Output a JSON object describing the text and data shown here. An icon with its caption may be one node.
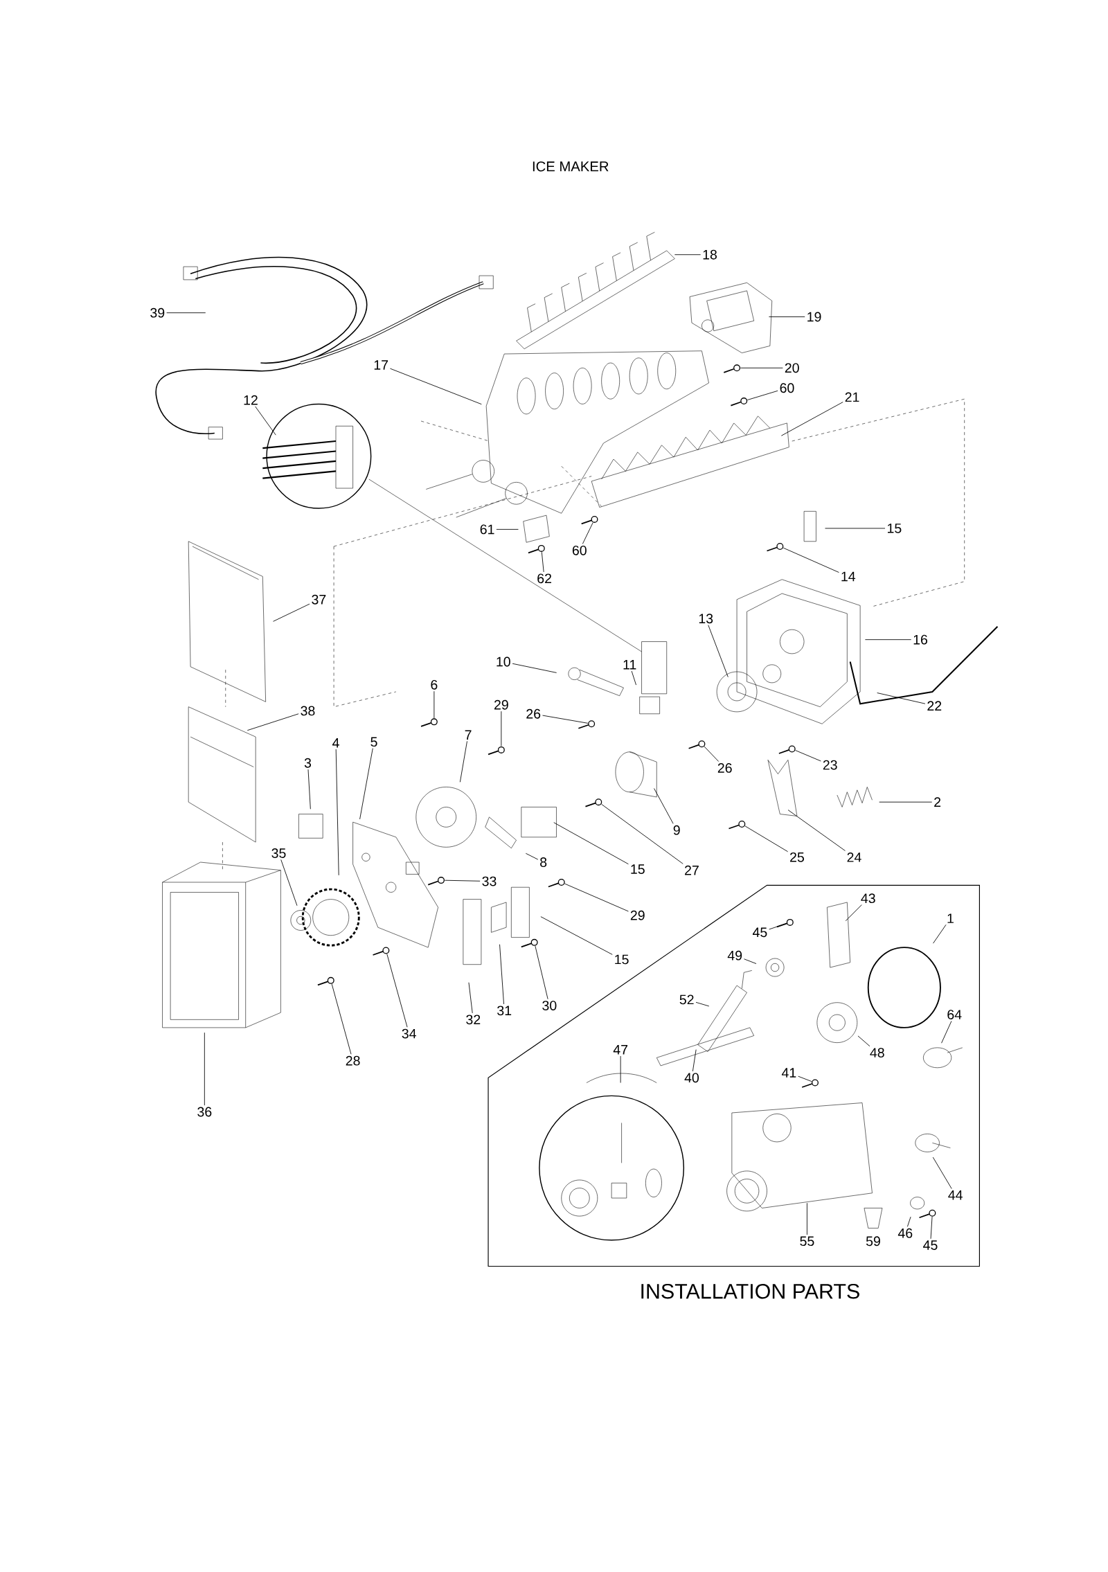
{
  "diagram": {
    "title": "ICE MAKER",
    "nodes": [
      {
        "text": [
          "18"
        ]
      },
      {
        "text": [
          "39"
        ]
      },
      {
        "text": [
          "19"
        ]
      },
      {
        "text": [
          "17"
        ]
      },
      {
        "text": [
          "20"
        ]
      },
      {
        "text": [
          "60"
        ]
      },
      {
        "text": [
          "21"
        ]
      },
      {
        "text": [
          "12"
        ]
      },
      {
        "text": [
          "15"
        ]
      },
      {
        "text": [
          "61"
        ]
      },
      {
        "text": [
          "60"
        ]
      },
      {
        "text": [
          "14"
        ]
      },
      {
        "text": [
          "62"
        ]
      },
      {
        "text": [
          "37"
        ]
      },
      {
        "text": [
          "13"
        ]
      },
      {
        "text": [
          "16"
        ]
      },
      {
        "text": [
          "10"
        ]
      },
      {
        "text": [
          "11"
        ]
      },
      {
        "text": [
          "6"
        ]
      },
      {
        "text": [
          "29"
        ]
      },
      {
        "text": [
          "22"
        ]
      },
      {
        "text": [
          "26"
        ]
      },
      {
        "text": [
          "38"
        ]
      },
      {
        "text": [
          "7"
        ]
      },
      {
        "text": [
          "5"
        ]
      },
      {
        "text": [
          "4"
        ]
      },
      {
        "text": [
          "3"
        ]
      },
      {
        "text": [
          "23"
        ]
      },
      {
        "text": [
          "26"
        ]
      },
      {
        "text": [
          "2"
        ]
      },
      {
        "text": [
          "9"
        ]
      },
      {
        "text": [
          "35"
        ]
      },
      {
        "text": [
          "24"
        ]
      },
      {
        "text": [
          "25"
        ]
      },
      {
        "text": [
          "8"
        ]
      },
      {
        "text": [
          "15"
        ]
      },
      {
        "text": [
          "27"
        ]
      },
      {
        "text": [
          "33"
        ]
      },
      {
        "text": [
          "INSTALLATION PARTS"
        ]
      },
      {
        "text": [
          "43"
        ],
        "in": 38
      },
      {
        "text": [
          "29"
        ]
      },
      {
        "text": [
          "1"
        ],
        "in": 38
      },
      {
        "text": [
          "45"
        ],
        "in": 38
      },
      {
        "text": [
          "49"
        ],
        "in": 38
      },
      {
        "text": [
          "15"
        ]
      },
      {
        "text": [
          "52"
        ],
        "in": 38
      },
      {
        "text": [
          "30"
        ]
      },
      {
        "text": [
          "31"
        ]
      },
      {
        "text": [
          "64"
        ],
        "in": 38
      },
      {
        "text": [
          "32"
        ]
      },
      {
        "text": [
          "34"
        ]
      },
      {
        "text": [
          "47"
        ],
        "in": 38
      },
      {
        "text": [
          "48"
        ],
        "in": 38
      },
      {
        "text": [
          "28"
        ]
      },
      {
        "text": [
          "41"
        ],
        "in": 38
      },
      {
        "text": [
          "40"
        ],
        "in": 38
      },
      {
        "text": [
          "36"
        ]
      },
      {
        "text": [
          "44"
        ],
        "in": 38
      },
      {
        "text": [
          "46"
        ],
        "in": 38
      },
      {
        "text": [
          "55"
        ],
        "in": 38
      },
      {
        "text": [
          "59"
        ],
        "in": 38
      },
      {
        "text": [
          "45"
        ],
        "in": 38
      },
      {
        "text": [],
        "shape": "picture"
      },
      {
        "text": [],
        "shape": "picture"
      },
      {
        "text": [],
        "shape": "picture"
      },
      {
        "text": [],
        "shape": "picture"
      },
      {
        "text": [],
        "shape": "picture"
      },
      {
        "text": [],
        "shape": "picture"
      },
      {
        "text": [],
        "shape": "picture"
      },
      {
        "text": [],
        "shape": "picture"
      },
      {
        "text": [],
        "shape": "picture"
      },
      {
        "text": [],
        "shape": "picture"
      },
      {
        "text": [],
        "shape": "picture"
      },
      {
        "text": [],
        "shape": "picture"
      },
      {
        "text": [],
        "shape": "picture"
      },
      {
        "text": [],
        "shape": "picture"
      },
      {
        "text": [],
        "shape": "picture",
        "in": 38
      },
      {
        "text": [],
        "shape": "picture"
      },
      {
        "text": [],
        "shape": "picture"
      },
      {
        "text": [],
        "shape": "picture"
      },
      {
        "text": [],
        "shape": "picture",
        "in": 38
      },
      {
        "text": [],
        "shape": "picture",
        "in": 38
      }
    ],
    "edges": [
      {
        "from": 0,
        "to": null,
        "arrow": "none"
      },
      {
        "from": 1,
        "to": null,
        "arrow": "none"
      },
      {
        "from": 2,
        "to": null,
        "arrow": "none"
      },
      {
        "from": 3,
        "to": null,
        "arrow": "none"
      },
      {
        "from": 4,
        "to": 62,
        "arrow": "none"
      },
      {
        "from": 5,
        "to": 63,
        "arrow": "none"
      },
      {
        "from": 6,
        "to": null,
        "arrow": "none"
      },
      {
        "from": 7,
        "to": null,
        "arrow": "none"
      },
      {
        "from": 8,
        "to": null,
        "arrow": "none"
      },
      {
        "from": 9,
        "to": null,
        "arrow": "none"
      },
      {
        "from": 10,
        "to": 64,
        "arrow": "none"
      },
      {
        "from": 11,
        "to": 65,
        "arrow": "none"
      },
      {
        "from": 12,
        "to": 66,
        "arrow": "none"
      },
      {
        "from": 13,
        "to": null,
        "arrow": "none"
      },
      {
        "from": 14,
        "to": null,
        "arrow": "none"
      },
      {
        "from": 15,
        "to": null,
        "arrow": "none"
      },
      {
        "from": 16,
        "to": null,
        "arrow": "none"
      },
      {
        "from": 17,
        "to": null,
        "arrow": "none"
      },
      {
        "from": 18,
        "to": 67,
        "arrow": "none"
      },
      {
        "from": 19,
        "to": 68,
        "arrow": "none"
      },
      {
        "from": 20,
        "to": null,
        "arrow": "none"
      },
      {
        "from": 21,
        "to": 69,
        "arrow": "none"
      },
      {
        "from": 22,
        "to": null,
        "arrow": "none"
      },
      {
        "from": 23,
        "to": null,
        "arrow": "none"
      },
      {
        "from": 24,
        "to": null,
        "arrow": "none"
      },
      {
        "from": 25,
        "to": null,
        "arrow": "none"
      },
      {
        "from": 26,
        "to": null,
        "arrow": "none"
      },
      {
        "from": 27,
        "to": 70,
        "arrow": "none"
      },
      {
        "from": 28,
        "to": 71,
        "arrow": "none"
      },
      {
        "from": 29,
        "to": null,
        "arrow": "none"
      },
      {
        "from": 30,
        "to": null,
        "arrow": "none"
      },
      {
        "from": 31,
        "to": null,
        "arrow": "none"
      },
      {
        "from": 32,
        "to": null,
        "arrow": "none"
      },
      {
        "from": 33,
        "to": 72,
        "arrow": "none"
      },
      {
        "from": 34,
        "to": null,
        "arrow": "none"
      },
      {
        "from": 35,
        "to": null,
        "arrow": "none"
      },
      {
        "from": 36,
        "to": 73,
        "arrow": "none"
      },
      {
        "from": 37,
        "to": 74,
        "arrow": "none"
      },
      {
        "from": 39,
        "to": null,
        "arrow": "none"
      },
      {
        "from": 40,
        "to": 75,
        "arrow": "none"
      },
      {
        "from": 41,
        "to": null,
        "arrow": "none"
      },
      {
        "from": 42,
        "to": 76,
        "arrow": "none"
      },
      {
        "from": 43,
        "to": null,
        "arrow": "none"
      },
      {
        "from": 44,
        "to": null,
        "arrow": "none"
      },
      {
        "from": 45,
        "to": null,
        "arrow": "none"
      },
      {
        "from": 46,
        "to": 77,
        "arrow": "none"
      },
      {
        "from": 47,
        "to": null,
        "arrow": "none"
      },
      {
        "from": 48,
        "to": null,
        "arrow": "none"
      },
      {
        "from": 49,
        "to": null,
        "arrow": "none"
      },
      {
        "from": 50,
        "to": 78,
        "arrow": "none"
      },
      {
        "from": 51,
        "to": null,
        "arrow": "none"
      },
      {
        "from": 52,
        "to": null,
        "arrow": "none"
      },
      {
        "from": 53,
        "to": 79,
        "arrow": "none"
      },
      {
        "from": 54,
        "to": 80,
        "arrow": "none"
      },
      {
        "from": 55,
        "to": null,
        "arrow": "none"
      },
      {
        "from": 56,
        "to": null,
        "arrow": "none"
      },
      {
        "from": 57,
        "to": null,
        "arrow": "none"
      },
      {
        "from": 58,
        "to": null,
        "arrow": "none"
      },
      {
        "from": 59,
        "to": null,
        "arrow": "none"
      },
      {
        "from": 61,
        "to": 81,
        "arrow": "none"
      }
    ]
  }
}
